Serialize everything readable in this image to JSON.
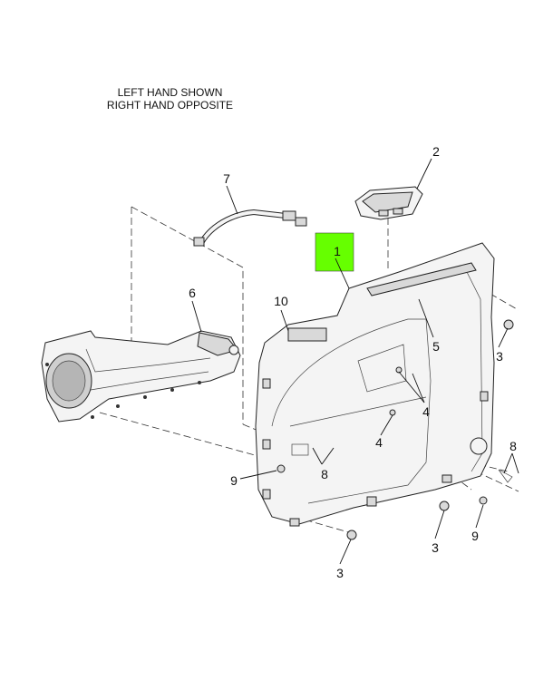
{
  "note": {
    "line1": "LEFT HAND SHOWN",
    "line2": "RIGHT HAND OPPOSITE"
  },
  "highlight_color": "#66ff00",
  "callouts": {
    "c1": "1",
    "c2": "2",
    "c3a": "3",
    "c3b": "3",
    "c3c": "3",
    "c4a": "4",
    "c4b": "4",
    "c5": "5",
    "c6": "6",
    "c7": "7",
    "c8a": "8",
    "c8b": "8",
    "c9a": "9",
    "c9b": "9",
    "c10": "10"
  }
}
